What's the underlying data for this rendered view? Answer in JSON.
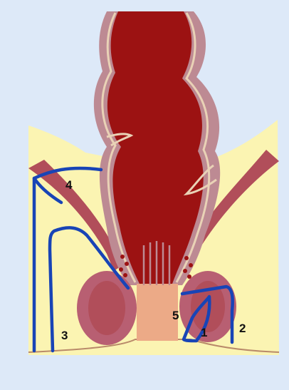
{
  "diagram": {
    "labels": {
      "one": "1",
      "two": "2",
      "three": "3",
      "four": "4",
      "five": "5"
    }
  },
  "colors": {
    "background": "#dde9f8",
    "fat": "#fbf4b2",
    "skin_line": "#b98a6a",
    "lumen": "#9c1212",
    "rectal_wall": "#bd8a93",
    "mucosa_edge": "#e9d2b6",
    "levator": "#b14e5a",
    "sphincter": "#b85f72",
    "anal_canal": "#ecaa87",
    "fistula_line": "#1844b6"
  }
}
